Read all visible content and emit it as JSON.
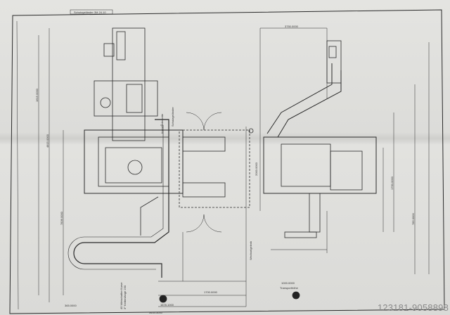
{
  "drawing": {
    "header_text": "Schutzgeländer 3M 24.10",
    "dimensions": {
      "top_right_width": "3750.0000",
      "bottom_inner": "1700.0000",
      "bottom_left_offset": "365.0000",
      "bottom_mid": "1678.1000",
      "bottom_total": "3444.3000",
      "right_transport": "1000.0000",
      "left_vertical_1": "1615.0000",
      "left_vertical_2": "4815.0000",
      "left_vertical_3": "7836.0000",
      "right_vertical_1": "1760.0000",
      "right_vertical_2": "785.0000",
      "right_vertical_3": "2000.0000"
    },
    "labels": {
      "transport_height": "Transporthöhe",
      "conveyor_note": "45 Wirtschafter Kurve 3° Kettenlänge 230",
      "side_label_1": "Kreisförderkette",
      "side_label_2": "Schutzgeländer",
      "side_label_3": "Wechselgelenk"
    }
  },
  "watermark": "123181-9058898",
  "colors": {
    "line": "#2a2a2a",
    "paper": "#e0e0dd"
  }
}
